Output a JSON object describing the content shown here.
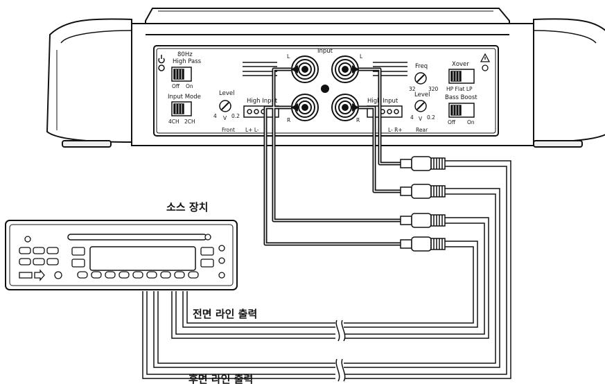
{
  "amp": {
    "power_label": "",
    "input_label": "Input",
    "hp_switch": {
      "title_line1": "80Hz",
      "title_line2": "High Pass",
      "off": "Off",
      "on": "On"
    },
    "input_mode": {
      "title": "Input Mode",
      "opt1": "4CH",
      "opt2": "2CH"
    },
    "front_level": {
      "title": "Level",
      "min": "4",
      "unit": "V",
      "max": "0.2"
    },
    "front_high_input": "High Input",
    "front_section": "Front",
    "front_speaker": "L+ L-",
    "rca_left": "L",
    "rca_right": "R",
    "freq": {
      "title": "Freq",
      "min": "32",
      "max": "320"
    },
    "xover": {
      "title": "Xover",
      "options": "HP Flat LP"
    },
    "rear_level": {
      "title": "Level",
      "min": "4",
      "unit": "V",
      "max": "0.2"
    },
    "bass_boost": {
      "title": "Bass Boost",
      "off": "Off",
      "on": "On"
    },
    "rear_high_input": "High Input",
    "rear_section": "Rear",
    "rear_speaker": "L- R+"
  },
  "labels": {
    "source_device": "소스 장치",
    "front_line_out": "전면 라인 출력",
    "rear_line_out": "후면 라인 출력"
  }
}
